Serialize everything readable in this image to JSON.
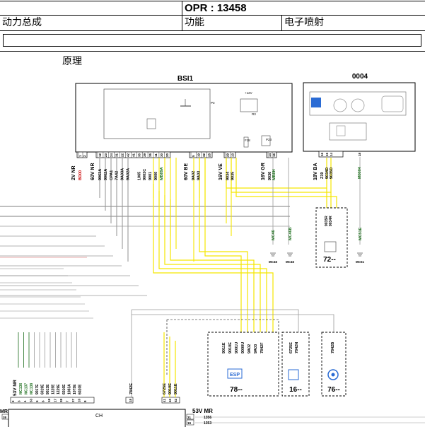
{
  "header": {
    "opr": "OPR : 13458",
    "system": "动力总成",
    "function_label": "功能",
    "function_value": "电子喷射",
    "principle": "原理"
  },
  "diagram": {
    "bsi": {
      "title": "BSI1",
      "internal": [
        "+12V",
        "R3",
        "P3",
        "F18",
        "P23"
      ],
      "connectors": [
        {
          "name": "2V NR",
          "pins": [
            "1",
            "2"
          ],
          "wires": [
            "BD00",
            ""
          ]
        },
        {
          "name": "60V NR",
          "pins": [
            "12",
            "23",
            "24",
            "31",
            "22",
            "42",
            "41",
            "36",
            "39",
            "35",
            "11",
            "30",
            "20"
          ],
          "wires": [
            "9063A",
            "9062A",
            "CPA1",
            "7A42",
            "9A03A",
            "9A02A",
            "",
            "1065",
            "9003C",
            "9001",
            "9000",
            "MB89A",
            ""
          ]
        },
        {
          "name": "60V BE",
          "pins": [
            "5",
            "19",
            "32",
            "28"
          ],
          "wires": [
            "9A02",
            "9A03",
            "",
            ""
          ]
        },
        {
          "name": "16V VE",
          "pins": [
            "29",
            "13"
          ],
          "wires": [
            "9034",
            "9035"
          ]
        },
        {
          "name": "16V GR",
          "pins": [
            "14",
            "16"
          ],
          "wires": [
            "9036",
            "MB8H"
          ]
        }
      ]
    },
    "ecu0004": {
      "title": "0004",
      "connector": "18V BA",
      "pins": [
        "16",
        "15",
        "14",
        "18"
      ],
      "wires": [
        "Z19",
        "9034D",
        "9035D",
        "M0004"
      ]
    },
    "module72": {
      "label": "72--",
      "wires": [
        "9035R",
        "9034R"
      ]
    },
    "grounds": [
      {
        "wire": "MC46",
        "label": "MC46"
      },
      {
        "wire": "MC46B",
        "label": "MC46"
      },
      {
        "wire": "MC51E",
        "label": "MC51"
      }
    ],
    "module78": {
      "badge": "ESP",
      "label": "78--",
      "wires": [
        "9011E",
        "9010E",
        "9001U",
        "9000U",
        "9A02",
        "9A03",
        "7842F"
      ]
    },
    "module16": {
      "label": "16--",
      "wires": [
        "6725E",
        "7842N"
      ]
    },
    "module76": {
      "label": "76--",
      "wires": [
        "7842B"
      ]
    },
    "ch": {
      "title": "CH",
      "left_connector": "53V NR",
      "left_wires": [
        "MC136",
        "MC137",
        "MC138",
        "9017E",
        "6019E",
        "9013E",
        "1225E",
        "1229E",
        "6016E",
        "1083A",
        "1075E",
        "6020E"
      ],
      "left_pins": [
        "2",
        "3",
        "4",
        "53",
        "5",
        "6",
        "18",
        "17",
        "28",
        "7",
        "37",
        "10",
        "8"
      ],
      "mid_wires": [
        "7842E"
      ],
      "mid_pins": [
        "18"
      ],
      "right_wires": [
        "6725E",
        "9010E",
        "9011E"
      ],
      "right_pins": [
        "41",
        "40",
        "52"
      ],
      "right_connector": "53V MR",
      "right_rows": [
        {
          "pin": "31",
          "wire": "1356"
        },
        {
          "pin": "19",
          "wire": "1353"
        }
      ],
      "far_left": "MR",
      "far_left_pin": "38"
    }
  }
}
